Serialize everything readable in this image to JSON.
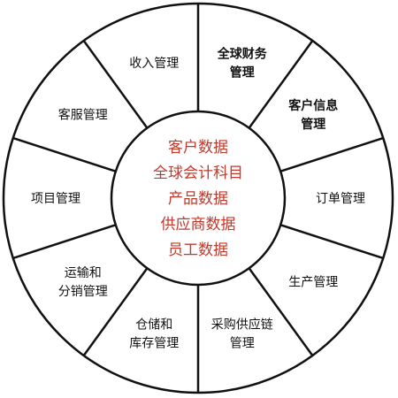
{
  "segments": [
    {
      "lines": [
        "全球财务",
        "管理"
      ],
      "bold": true
    },
    {
      "lines": [
        "客户信息",
        "管理"
      ],
      "bold": true
    },
    {
      "lines": [
        "订单管理"
      ],
      "bold": false
    },
    {
      "lines": [
        "生产管理"
      ],
      "bold": false
    },
    {
      "lines": [
        "采购供应链",
        "管理"
      ],
      "bold": false
    },
    {
      "lines": [
        "仓储和",
        "库存管理"
      ],
      "bold": false
    },
    {
      "lines": [
        "运输和",
        "分销管理"
      ],
      "bold": false
    },
    {
      "lines": [
        "项目管理"
      ],
      "bold": false
    },
    {
      "lines": [
        "客服管理"
      ],
      "bold": false
    },
    {
      "lines": [
        "收入管理"
      ],
      "bold": false
    }
  ],
  "center": {
    "items": [
      "客户数据",
      "全球会计科目",
      "产品数据",
      "供应商数据",
      "员工数据"
    ],
    "color": "#c0392b"
  },
  "colors": {
    "stroke": "#111111",
    "background": "#ffffff"
  }
}
